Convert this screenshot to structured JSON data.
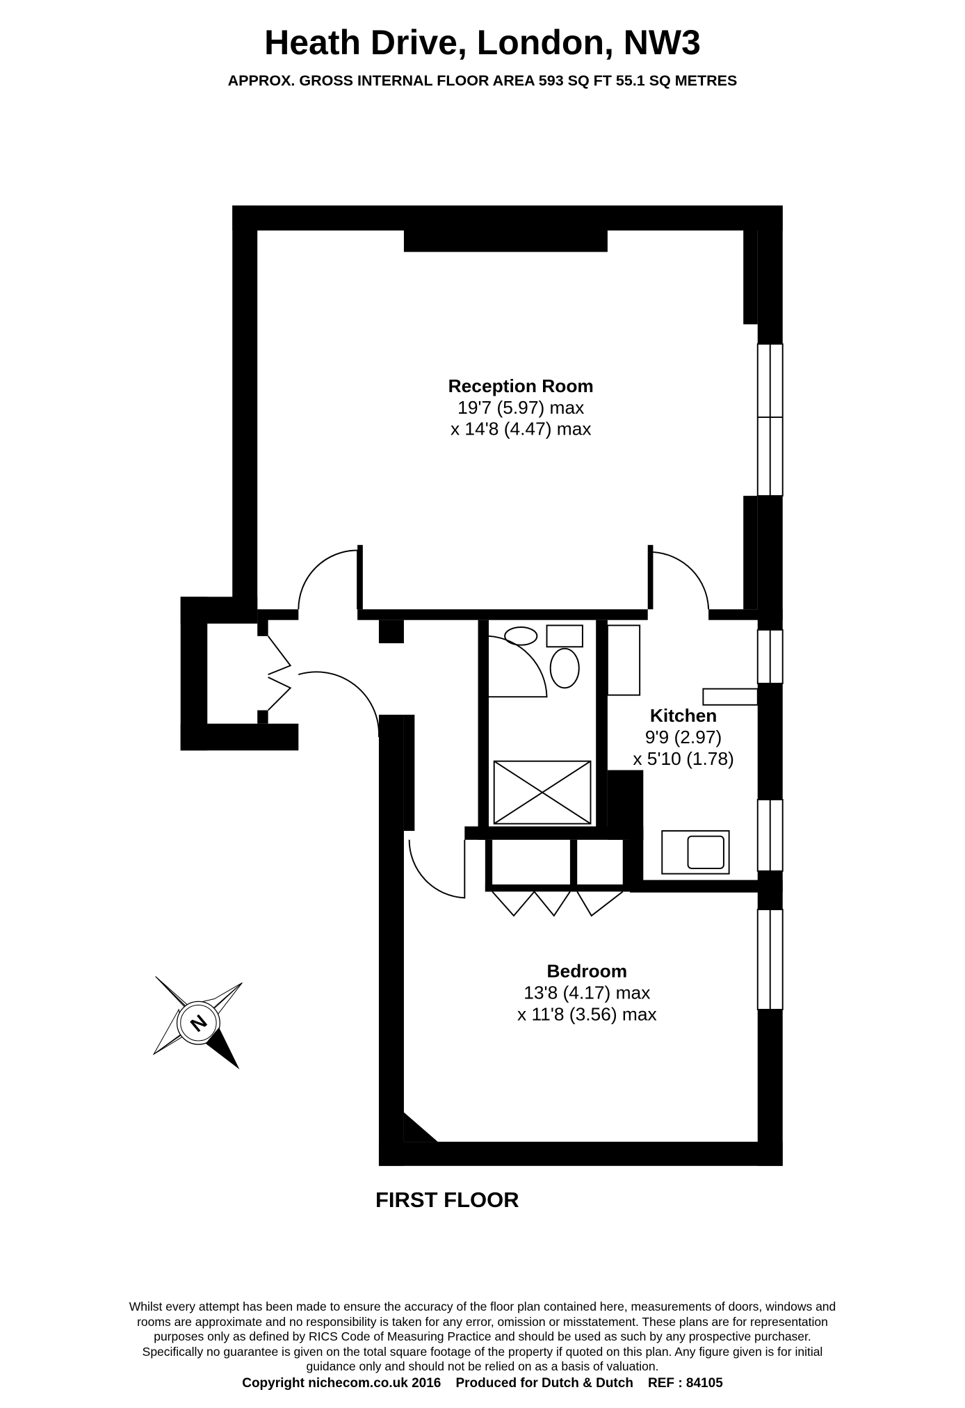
{
  "header": {
    "title": "Heath Drive, London, NW3",
    "subtitle": "APPROX. GROSS INTERNAL FLOOR AREA 593 SQ FT 55.1 SQ METRES"
  },
  "rooms": [
    {
      "name": "Reception Room",
      "dim1": "19'7 (5.97) max",
      "dim2": "x 14'8 (4.47) max"
    },
    {
      "name": "Kitchen",
      "dim1": "9'9 (2.97)",
      "dim2": "x 5'10 (1.78)"
    },
    {
      "name": "Bedroom",
      "dim1": "13'8 (4.17) max",
      "dim2": "x 11'8 (3.56) max"
    }
  ],
  "compass": {
    "label": "N"
  },
  "floor_label": "FIRST FLOOR",
  "disclaimer": [
    "Whilst every attempt has been made to ensure the accuracy of the floor plan contained here, measurements of doors, windows and",
    "rooms are approximate and no responsibility is taken for any error, omission or misstatement. These plans are for representation",
    "purposes only as defined by RICS Code of Measuring Practice and should be used as such by any prospective purchaser.",
    "Specifically no guarantee is given on the total square footage of the property if quoted on this plan. Any figure given is for initial",
    "guidance only and should not be relied on as a basis of valuation."
  ],
  "footer": "Copyright nichecom.co.uk 2016    Produced for Dutch & Dutch    REF : 84105"
}
